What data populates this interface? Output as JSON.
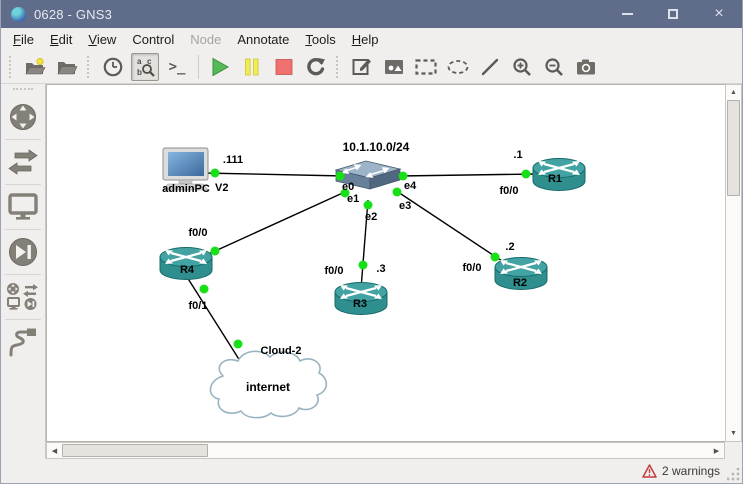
{
  "window": {
    "title": "0628 - GNS3",
    "close_glyph": "×"
  },
  "menubar": {
    "items": [
      {
        "accel": "F",
        "rest": "ile",
        "disabled": false
      },
      {
        "accel": "E",
        "rest": "dit",
        "disabled": false
      },
      {
        "accel": "V",
        "rest": "iew",
        "disabled": false
      },
      {
        "accel": "",
        "rest": "Control",
        "disabled": false
      },
      {
        "accel": "",
        "rest": "Node",
        "disabled": true
      },
      {
        "accel": "",
        "rest": "Annotate",
        "disabled": false
      },
      {
        "accel": "T",
        "rest": "ools",
        "disabled": false
      },
      {
        "accel": "H",
        "rest": "elp",
        "disabled": false
      }
    ]
  },
  "toolbar": {
    "console_glyph": ">_",
    "buttons": [
      "new-project",
      "open-project",
      "snapshot",
      "show-interface-labels",
      "console-connect",
      "start-all",
      "suspend-all",
      "stop-all",
      "reload-all",
      "add-note",
      "insert-image",
      "draw-rectangle",
      "draw-ellipse",
      "draw-line",
      "zoom-in",
      "zoom-out",
      "screenshot"
    ],
    "active_button": "show-interface-labels"
  },
  "sidebar": {
    "items": [
      "browse-routers",
      "browse-switches",
      "browse-end-devices",
      "browse-security-devices",
      "browse-all-devices",
      "add-link"
    ]
  },
  "topology": {
    "network_label": "10.1.10.0/24",
    "nodes": {
      "adminPC": {
        "label": "adminPC",
        "sublabel": "V2",
        "type": "computer"
      },
      "switch": {
        "type": "ethernet-switch"
      },
      "R1": {
        "label": "R1",
        "type": "router"
      },
      "R2": {
        "label": "R2",
        "type": "router"
      },
      "R3": {
        "label": "R3",
        "type": "router"
      },
      "R4": {
        "label": "R4",
        "type": "router"
      },
      "cloud": {
        "label": "Cloud-2",
        "text": "internet",
        "type": "cloud"
      }
    },
    "links": {
      "pc": {
        "switch_port": "e0",
        "ip": ".111"
      },
      "r4": {
        "switch_port": "e1",
        "device_port": "f0/0"
      },
      "r3": {
        "switch_port": "e2",
        "device_port": "f0/0",
        "ip": ".3"
      },
      "r2": {
        "switch_port": "e3",
        "device_port": "f0/0",
        "ip": ".2"
      },
      "r1": {
        "switch_port": "e4",
        "device_port": "f0/0",
        "ip": ".1"
      },
      "cloud": {
        "device_port": "f0/1"
      }
    }
  },
  "statusbar": {
    "warnings": "2 warnings"
  },
  "colors": {
    "titlebar": "#5f6c8a",
    "link_status_ok": "#17e017",
    "router_fill": "#2f8e8e",
    "warning": "#c43b3b",
    "start_green": "#56b856",
    "suspend_yellow": "#f0ec52",
    "stop_red": "#f07070"
  }
}
